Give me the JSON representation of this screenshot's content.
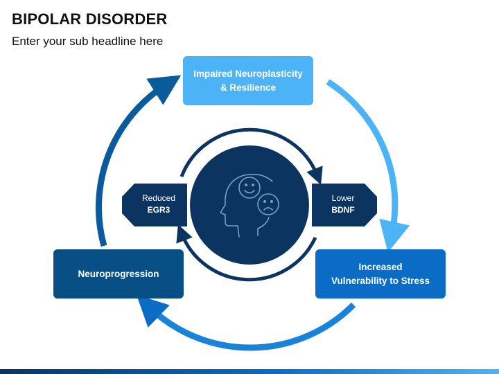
{
  "header": {
    "title": "BIPOLAR DISORDER",
    "subtitle": "Enter your sub headline here"
  },
  "cycle": {
    "top": {
      "line1": "Impaired Neuroplasticity",
      "line2": "& Resilience"
    },
    "right": {
      "line1": "Increased",
      "line2": "Vulnerability to Stress"
    },
    "left": {
      "line1": "Neuroprogression"
    }
  },
  "center": {
    "left_label": {
      "line1": "Reduced",
      "line2": "EGR3"
    },
    "right_label": {
      "line1": "Lower",
      "line2": "BDNF"
    },
    "icon": "head-emotions-icon"
  },
  "colors": {
    "light_blue": "#4db3f7",
    "mid_blue": "#0b6cc6",
    "dark_blue": "#084f85",
    "navy": "#0b3560"
  }
}
